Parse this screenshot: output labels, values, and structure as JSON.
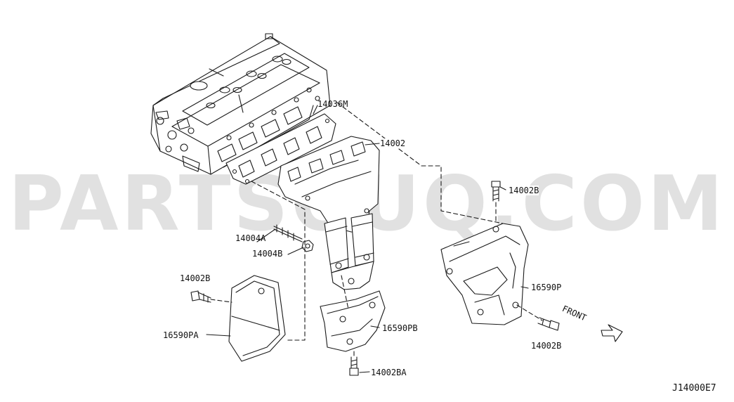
{
  "watermark": "PARTSOUQ.COM",
  "diagram_code": "J14000E7",
  "direction": "FRONT",
  "callouts": {
    "gasket": "14036M",
    "manifold": "14002",
    "stud": "14004A",
    "nut": "14004B",
    "bolt_upper_right": "14002B",
    "heat_insulator_right": "16590P",
    "bolt_lower_right": "14002B",
    "bolt_left": "14002B",
    "heat_insulator_left": "16590PA",
    "heat_insulator_lower": "16590PB",
    "bolt_lower": "14002BA"
  },
  "colors": {
    "line": "#1a1a1a",
    "watermark": "#d9d9d9",
    "background": "#ffffff"
  }
}
